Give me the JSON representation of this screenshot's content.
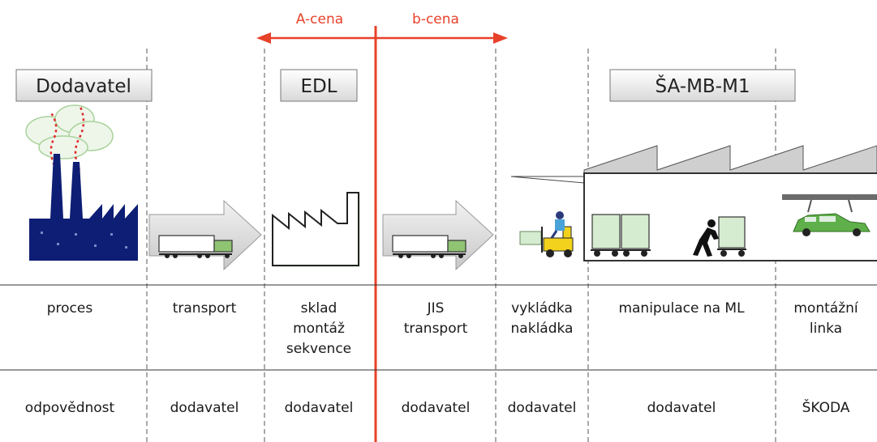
{
  "price_labels": {
    "a": "A-cena",
    "b": "b-cena"
  },
  "headers": {
    "supplier": "Dodavatel",
    "edl": "EDL",
    "plant": "ŠA-MB-M1"
  },
  "process_row": {
    "label": "proces",
    "steps": [
      {
        "lines": [
          "transport"
        ]
      },
      {
        "lines": [
          "sklad",
          "montáž",
          "sekvence"
        ]
      },
      {
        "lines": [
          "JIS",
          "transport"
        ]
      },
      {
        "lines": [
          "vykládka",
          "nakládka"
        ]
      },
      {
        "lines": [
          "manipulace na ML"
        ]
      },
      {
        "lines": [
          "montážní",
          "linka"
        ]
      }
    ]
  },
  "responsibility_row": {
    "label": "odpovědnost",
    "values": [
      "dodavatel",
      "dodavatel",
      "dodavatel",
      "dodavatel",
      "dodavatel",
      "ŠKODA"
    ]
  },
  "colors": {
    "accent_red": "#e8412a",
    "factory_blue": "#0d1e74",
    "light_green": "#d6ecd0",
    "arrow_gray": "#d2d2d2"
  }
}
